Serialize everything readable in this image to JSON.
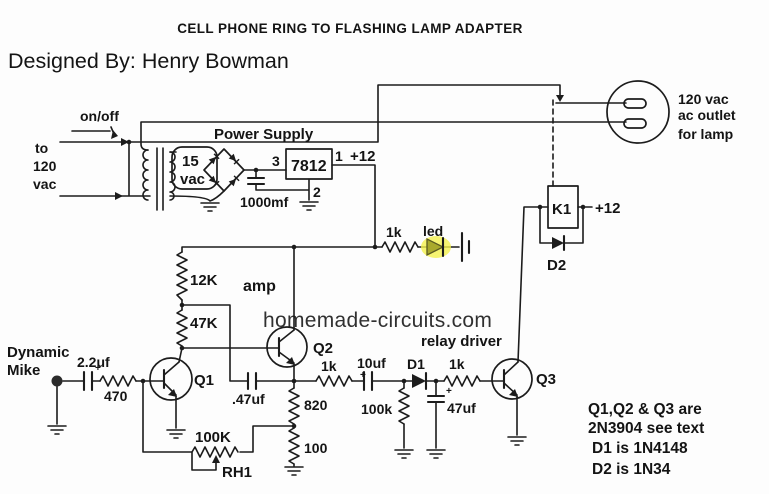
{
  "title": "CELL PHONE RING TO FLASHING LAMP ADAPTER",
  "designer": "Designed By: Henry Bowman",
  "watermark": "homemade-circuits.com",
  "colors": {
    "designer_text": "#bf3a3a",
    "watermark_text": "#3db3cb",
    "led_glow": "#f4f14e",
    "line": "#1c1c1c"
  },
  "symbols": {
    "plus": "+"
  },
  "power": {
    "on_off": "on/off",
    "to1": "to",
    "to2": "120",
    "to3": "vac",
    "section": "Power Supply",
    "sec1": "15",
    "sec2": "vac",
    "cap": "1000mf",
    "regulator": "7812",
    "pin_in": "3",
    "pin_out": "1",
    "pin_gnd": "2",
    "v_out": "+12"
  },
  "outlet": {
    "l1": "120 vac",
    "l2": "ac outlet",
    "l3": "for lamp"
  },
  "led_branch": {
    "resistor": "1k",
    "label": "led"
  },
  "amp": {
    "section": "amp",
    "r_top": "12K",
    "r_mid": "47K",
    "q1": "Q1",
    "q2": "Q2",
    "cap_boot": ".47uf",
    "r_e1": "820",
    "r_e2": "100",
    "pot": "100K",
    "pot_name": "RH1"
  },
  "input": {
    "l1": "Dynamic",
    "l2": "Mike",
    "cap": "2.2uf",
    "res": "470"
  },
  "driver": {
    "section": "relay driver",
    "r_series": "1k",
    "cap_in": "10uf",
    "d1": "D1",
    "r_base": "1k",
    "r_shunt": "100k",
    "cap_filter": "47uf",
    "q3": "Q3"
  },
  "relay": {
    "name": "K1",
    "supply": "+12",
    "d2": "D2"
  },
  "notes": [
    "Q1,Q2 & Q3 are",
    "2N3904 see text",
    "D1 is 1N4148",
    "D2 is 1N34"
  ]
}
